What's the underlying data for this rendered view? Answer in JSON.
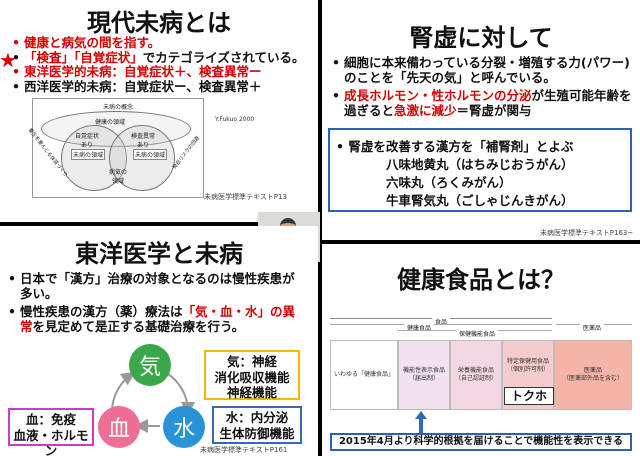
{
  "q1": {
    "title": "現代未病とは",
    "star": "★",
    "b1": "健康と病気の間を指す。",
    "b2a": "「検査」",
    "b2b": "「自覚症状」",
    "b2c": "でカテゴライズされている。",
    "b3": "東洋医学的未病：自覚症状＋、検査異常ー",
    "b4": "西洋医学的未病：自覚症状ー、検査異常＋",
    "fig": {
      "title": "未病の概念",
      "healthy": "健康の領域",
      "subjective": "自覚症状\nあり",
      "abnormal": "検査異常\nあり",
      "mibyou1": "未病の領域",
      "mibyou2": "未病の領域",
      "disease": "病気の\n領域",
      "left_arc": "養生を重んじる体質づくり",
      "right_arc": "発症リスクの回避"
    },
    "author": "Y.Fukuo 2000",
    "source": "未病医学標準テキストP13"
  },
  "q2": {
    "title": "腎虚に対して",
    "b1": "細胞に本来備わっている分裂・増殖する力(パワー)のことを「先天の気」と呼んでいる。",
    "b2a": "成長ホルモン・性ホルモンの分泌",
    "b2b": "が生殖可能年齢を過ぎると",
    "b2c": "急激に減少",
    "b2d": "＝腎虚が関与",
    "box_intro": "腎虚を改善する漢方を「補腎剤」とよぶ",
    "remedies": [
      "八味地黄丸（はちみじおうがん）",
      "六味丸（ろくみがん）",
      "牛車腎気丸（ごしゃじんきがん）"
    ],
    "source": "未病医学標準テキストP163~"
  },
  "q3": {
    "title": "東洋医学と未病",
    "b1": "日本で「漢方」治療の対象となるのは慢性疾患が多い。",
    "b2a": "慢性疾患の漢方（薬）療法は",
    "b2b": "「気・血・水」の異常",
    "b2c": "を見定めて是正する基礎治療を行う。",
    "ki": "気",
    "ketsu": "血",
    "sui": "水",
    "ki_box": [
      "気：神経",
      "消化吸収機能",
      "神経機能"
    ],
    "ketsu_box": [
      "血：免疫",
      "血液・ホルモン"
    ],
    "sui_box": [
      "水：内分泌",
      "生体防御機能"
    ],
    "source": "未病医学標準テキストP161"
  },
  "q4": {
    "title": "健康食品とは？",
    "range_food": "食品",
    "range_health": "健康食品",
    "range_hc": "保健機能食品",
    "range_drug": "医薬品",
    "segments": [
      "いわゆる「健康食品」",
      "機能性表示食品\n（届出制）",
      "栄養機能食品\n（自己認証制）",
      "特定保健用食品\n（個別許可制）",
      "医薬品\n（医薬部外品を含む）"
    ],
    "tokuho": "トクホ",
    "note": "2015年4月より科学的根拠を届けることで機能性を表示できる"
  },
  "colors": {
    "red": "#d40000",
    "blue_frame": "#2b62b0",
    "ki_green": "#3aa84a",
    "ketsu_pink": "#ee6f93",
    "sui_blue": "#2a92d6",
    "ki_box": "#f0b800",
    "ketsu_box": "#cc3cc8",
    "sui_box": "#3469b8",
    "gradient_from": "#ffffff",
    "gradient_to": "#f4b4a8"
  },
  "icons": [
    "star-icon",
    "arrow-up-icon"
  ]
}
